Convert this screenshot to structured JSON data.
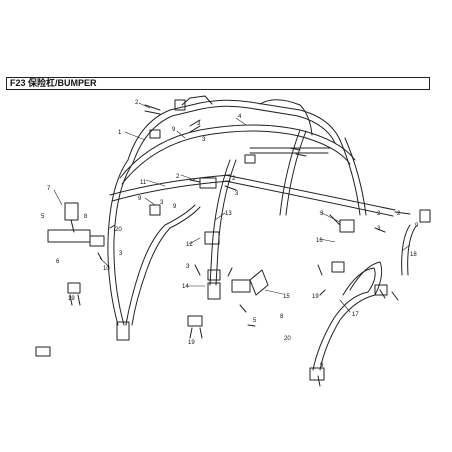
{
  "title": "F23 保险杠/BUMPER",
  "colors": {
    "line": "#222222",
    "background": "#ffffff"
  },
  "callouts": {
    "c1": "1",
    "c2a": "2",
    "c3a": "3",
    "c4": "4",
    "c9a": "9",
    "c3b": "3",
    "c2b": "2",
    "c11": "11",
    "c2c": "2",
    "c3c": "3",
    "c9b": "9",
    "c3d": "3",
    "c9c": "9",
    "c13": "13",
    "c12": "12",
    "c7": "7",
    "c8a": "8",
    "c5a": "5",
    "c20a": "20",
    "c6": "6",
    "c3e": "3",
    "c10": "10",
    "c19a": "19",
    "c3f": "3",
    "c2d": "2",
    "c3g": "3",
    "c2e": "2",
    "c9d": "9",
    "c16": "16",
    "c18": "18",
    "c3h": "3",
    "c14": "14",
    "c15": "15",
    "c5b": "5",
    "c8b": "8",
    "c20b": "20",
    "c19b": "19",
    "c19c": "19",
    "c17": "17",
    "c9e": "9"
  }
}
